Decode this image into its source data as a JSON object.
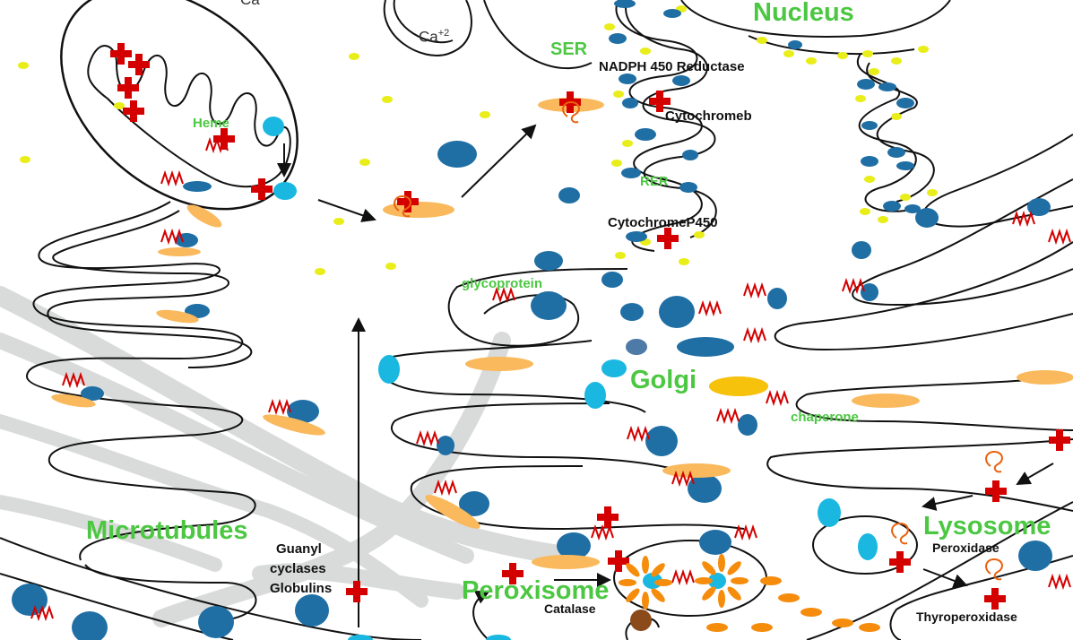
{
  "labels": {
    "nucleus": "Nucleus",
    "ser": "SER",
    "nadph": "NADPH 450 Reductase",
    "cytochromeb": "Cytochromeb",
    "rer": "RER",
    "cytp450": "CytochromeP450",
    "heme": "Heme",
    "glycoprotein": "glycoprotein",
    "golgi": "Golgi",
    "chaperone": "chaperone",
    "lysosome": "Lysosome",
    "peroxidase": "Peroxidase",
    "thyroperoxidase": "Thyroperoxidase",
    "microtubules": "Microtubules",
    "guanyl1": "Guanyl",
    "guanyl2": "cyclases",
    "guanyl3": "Globulins",
    "peroxisome": "Peroxisome",
    "catalase": "Catalase",
    "ca_ion": "Ca",
    "ca_sup": "+2",
    "ca_top": "Ca"
  },
  "colors": {
    "label_green": "#4cc742",
    "protein_blue": "#1f6fa5",
    "cyan": "#1ab8e0",
    "orange": "#f9b95c",
    "red_cross": "#d40000",
    "yellow": "#e9ee1a",
    "microtubule_gray": "#d8d9d9"
  }
}
